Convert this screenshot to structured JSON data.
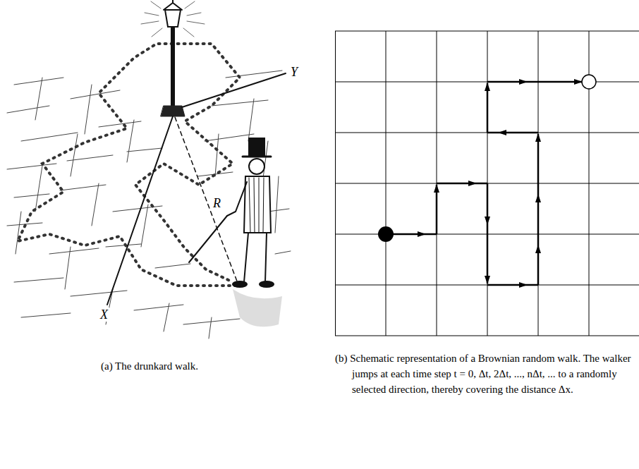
{
  "diagram": {
    "labels": [
      "Y",
      "R",
      "X",
      "(a) The drunkard walk.",
      "(b) Schematic representation of a Brownian random walk. The walker jumps at each time step t = 0, Δt, 2Δt, ..., nΔt, ... to a randomly selected direction, thereby covering the distance Δx."
    ]
  }
}
